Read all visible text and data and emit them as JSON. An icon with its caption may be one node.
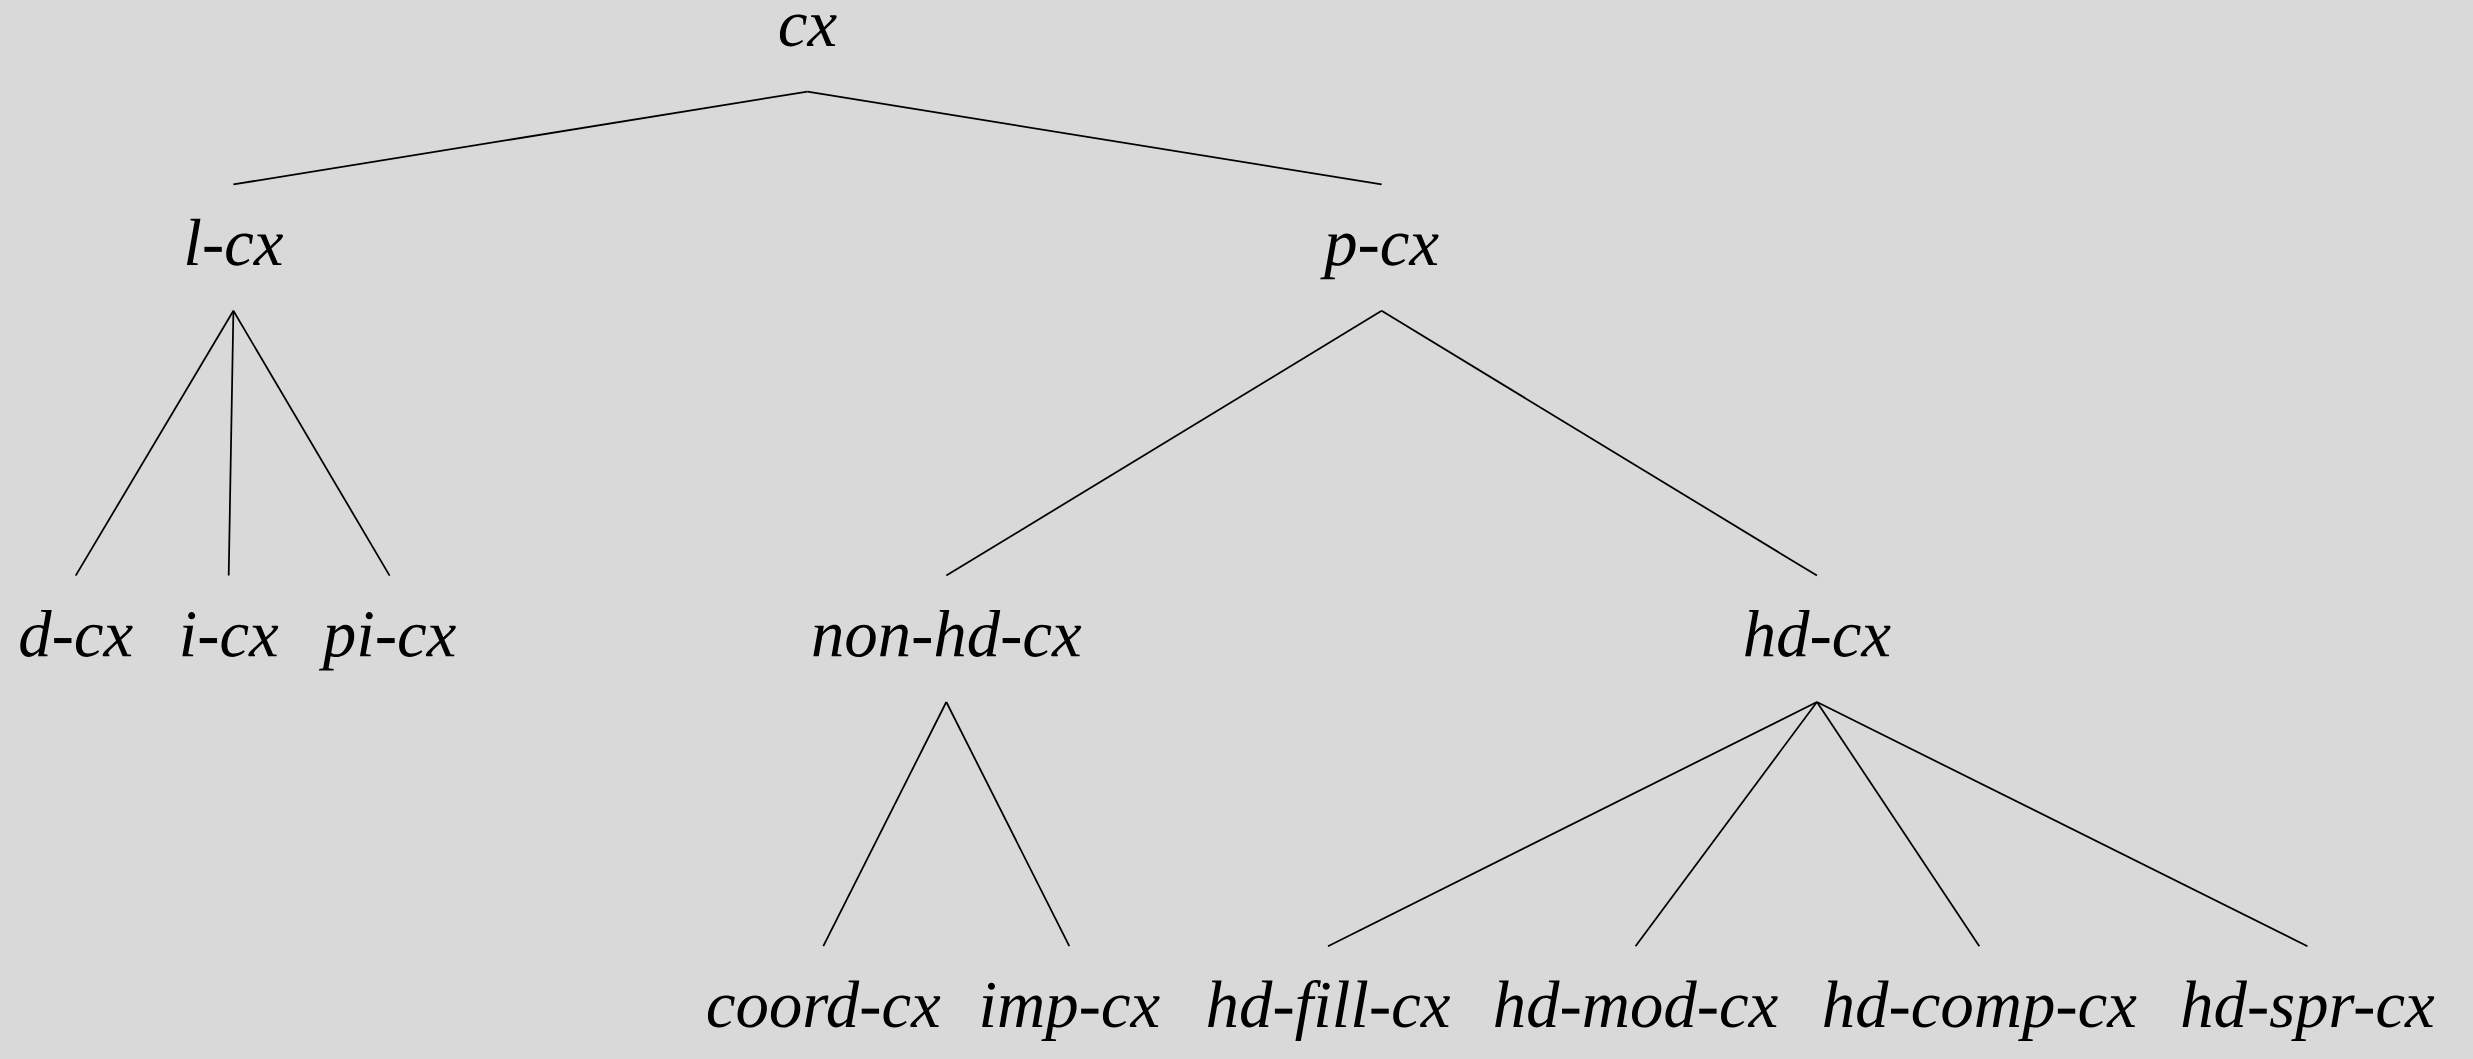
{
  "diagram": {
    "nodes": [
      {
        "text": [
          "cx"
        ]
      },
      {
        "text": [
          "l-cx"
        ]
      },
      {
        "text": [
          "p-cx"
        ]
      },
      {
        "text": [
          "d-cx"
        ]
      },
      {
        "text": [
          "i-cx"
        ]
      },
      {
        "text": [
          "pi-cx"
        ]
      },
      {
        "text": [
          "non-hd-cx"
        ]
      },
      {
        "text": [
          "hd-cx"
        ]
      },
      {
        "text": [
          "coord-cx"
        ]
      },
      {
        "text": [
          "imp-cx"
        ]
      },
      {
        "text": [
          "hd-fill-cx"
        ]
      },
      {
        "text": [
          "hd-mod-cx"
        ]
      },
      {
        "text": [
          "hd-comp-cx"
        ]
      },
      {
        "text": [
          "hd-spr-cx"
        ]
      }
    ],
    "edges": [
      {
        "from": 0,
        "to": 1,
        "arrow": "none"
      },
      {
        "from": 0,
        "to": 2,
        "arrow": "none"
      },
      {
        "from": 1,
        "to": 3,
        "arrow": "none"
      },
      {
        "from": 1,
        "to": 4,
        "arrow": "none"
      },
      {
        "from": 1,
        "to": 5,
        "arrow": "none"
      },
      {
        "from": 2,
        "to": 6,
        "arrow": "none"
      },
      {
        "from": 2,
        "to": 7,
        "arrow": "none"
      },
      {
        "from": 6,
        "to": 8,
        "arrow": "none"
      },
      {
        "from": 6,
        "to": 9,
        "arrow": "none"
      },
      {
        "from": 7,
        "to": 10,
        "arrow": "none"
      },
      {
        "from": 7,
        "to": 11,
        "arrow": "none"
      },
      {
        "from": 7,
        "to": 12,
        "arrow": "none"
      },
      {
        "from": 7,
        "to": 13,
        "arrow": "none"
      }
    ]
  }
}
